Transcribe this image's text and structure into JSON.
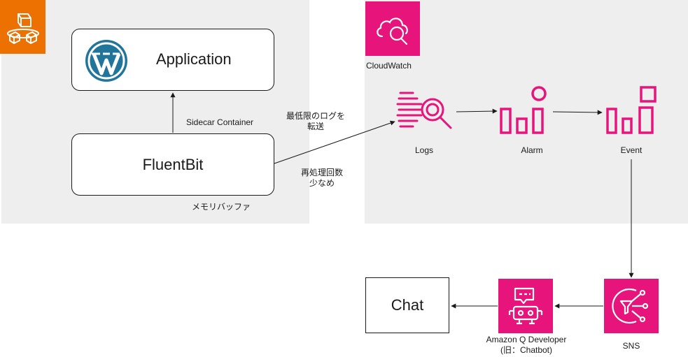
{
  "colors": {
    "accent_pink": "#e7157b",
    "ecs_orange": "#ed7100",
    "group_bg": "#eeeeef",
    "wordpress_blue": "#21759b",
    "line": "#1a1a1a"
  },
  "icons": {
    "ecs": "ecs-icon",
    "cloudwatch": "cloudwatch-icon",
    "wordpress": "wordpress-icon",
    "logs": "logs-icon",
    "alarm": "alarm-icon",
    "event": "event-icon",
    "sns": "sns-icon",
    "amazon_q": "amazon-q-icon"
  },
  "ecs_group": {
    "application": "Application",
    "fluentbit": "FluentBit",
    "sidecar_label": "Sidecar Container",
    "buffer_label": "メモリバッファ"
  },
  "cloudwatch_group": {
    "title": "CloudWatch",
    "logs": "Logs",
    "alarm": "Alarm",
    "event": "Event"
  },
  "edge_labels": {
    "transfer_line1": "最低限のログを",
    "transfer_line2": "転送",
    "retry_line1": "再処理回数",
    "retry_line2": "少なめ"
  },
  "bottom": {
    "chat": "Chat",
    "amazon_q_line1": "Amazon Q Developer",
    "amazon_q_line2": "(旧：Chatbot)",
    "sns": "SNS"
  }
}
